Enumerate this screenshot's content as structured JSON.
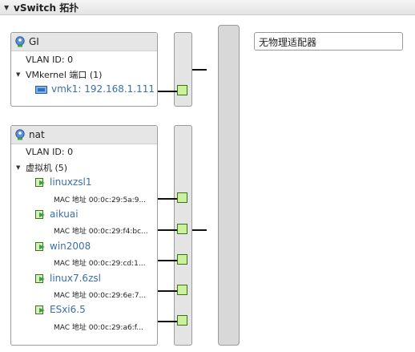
{
  "header": {
    "title": "vSwitch 拓扑"
  },
  "port_groups": [
    {
      "name": "GI",
      "vlan": "VLAN ID: 0",
      "section_label": "VMkernel 端口 (1)",
      "items": [
        {
          "name": "vmk1: 192.168.1.111"
        }
      ]
    },
    {
      "name": "nat",
      "vlan": "VLAN ID: 0",
      "section_label": "虚拟机 (5)",
      "items": [
        {
          "name": "linuxzsl1",
          "mac": "MAC 地址 00:0c:29:5a:9..."
        },
        {
          "name": "aikuai",
          "mac": "MAC 地址 00:0c:29:f4:bc..."
        },
        {
          "name": "win2008",
          "mac": "MAC 地址 00:0c:29:cd:1..."
        },
        {
          "name": "linux7.6zsl",
          "mac": "MAC 地址 00:0c:29:6e:7..."
        },
        {
          "name": "ESxi6.5",
          "mac": "MAC 地址 00:0c:29:a6:f..."
        }
      ]
    }
  ],
  "physical_adapter": {
    "label": "无物理适配器"
  },
  "icons": {
    "portgroup": "network-globe-icon",
    "vmkernel": "vmkernel-nic-icon",
    "vm": "virtual-machine-icon"
  },
  "colors": {
    "port_fill": "#c9f29b",
    "port_border": "#3d6f1e",
    "link": "#3a6fa8"
  }
}
